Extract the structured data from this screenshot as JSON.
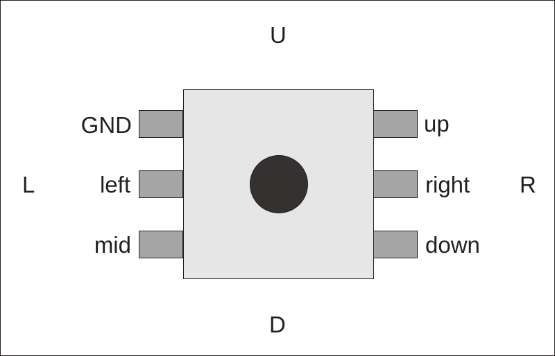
{
  "directions": {
    "up": "U",
    "down": "D",
    "left": "L",
    "right": "R"
  },
  "pins": {
    "left": [
      "GND",
      "left",
      "mid"
    ],
    "right": [
      "up",
      "right",
      "down"
    ]
  },
  "colors": {
    "package": "#e6e6e6",
    "pin": "#a6a6a6",
    "knob": "#363131",
    "outline": "#231f20"
  }
}
